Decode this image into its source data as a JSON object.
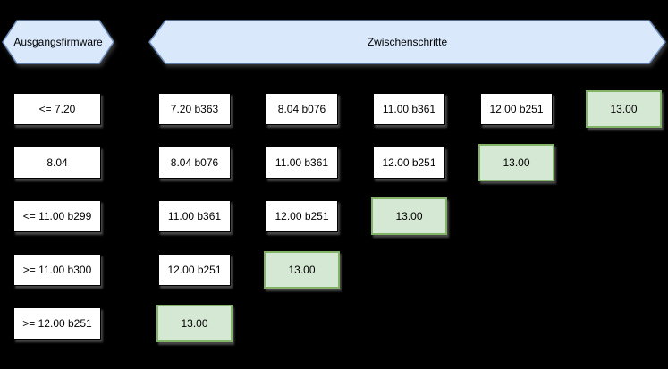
{
  "header": {
    "source_label": "Ausgangsfirmware",
    "steps_label": "Zwischenschritte"
  },
  "colors": {
    "background": "#000000",
    "header_fill": "#dae8fc",
    "header_border": "#6c8ebf",
    "box_fill": "#ffffff",
    "box_border": "#000000",
    "final_fill": "#d5e8d4",
    "final_border": "#82b366",
    "text": "#000000"
  },
  "rows": [
    {
      "source": "<= 7.20",
      "steps": [
        "7.20 b363",
        "8.04 b076",
        "11.00 b361",
        "12.00 b251"
      ],
      "final": "13.00"
    },
    {
      "source": "8.04",
      "steps": [
        "8.04 b076",
        "11.00 b361",
        "12.00 b251"
      ],
      "final": "13.00"
    },
    {
      "source": "<= 11.00 b299",
      "steps": [
        "11.00 b361",
        "12.00 b251"
      ],
      "final": "13.00"
    },
    {
      "source": ">= 11.00 b300",
      "steps": [
        "12.00 b251"
      ],
      "final": "13.00"
    },
    {
      "source": ">= 12.00 b251",
      "steps": [],
      "final": "13.00"
    }
  ]
}
